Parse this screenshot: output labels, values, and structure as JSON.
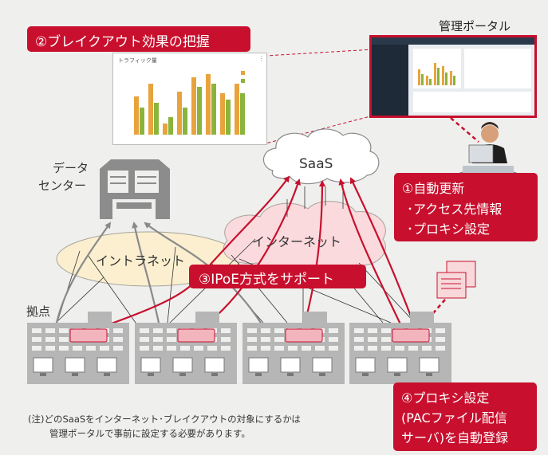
{
  "labels": {
    "breakout_effect": "②ブレイクアウト効果の把握",
    "portal_title": "管理ポータル",
    "datacenter_line1": "データ",
    "datacenter_line2": "センター",
    "saas": "SaaS",
    "internet": "インターネット",
    "intranet": "イントラネット",
    "ipoe": "③IPoE方式をサポート",
    "sites": "拠点",
    "auto_update_title": "①自動更新",
    "auto_update_item1": "･アクセス先情報",
    "auto_update_item2": "･プロキシ設定",
    "proxy_reg_line1": "④プロキシ設定",
    "proxy_reg_line2": "(PACファイル配信",
    "proxy_reg_line3": "サーバ)を自動登録",
    "note_line1": "(注)どのSaaSをインターネット･ブレイクアウトの対象にするかは",
    "note_line2": "管理ポータルで事前に設定する必要があります。",
    "chart_panel_title": "トラフィック量"
  },
  "colors": {
    "accent_red": "#c8102e",
    "bar_orange": "#e8a33d",
    "bar_green": "#8bb43c",
    "intranet_fill": "#fbefcf",
    "internet_fill": "#fbdadd",
    "router_pink": "#f3b5bd"
  }
}
